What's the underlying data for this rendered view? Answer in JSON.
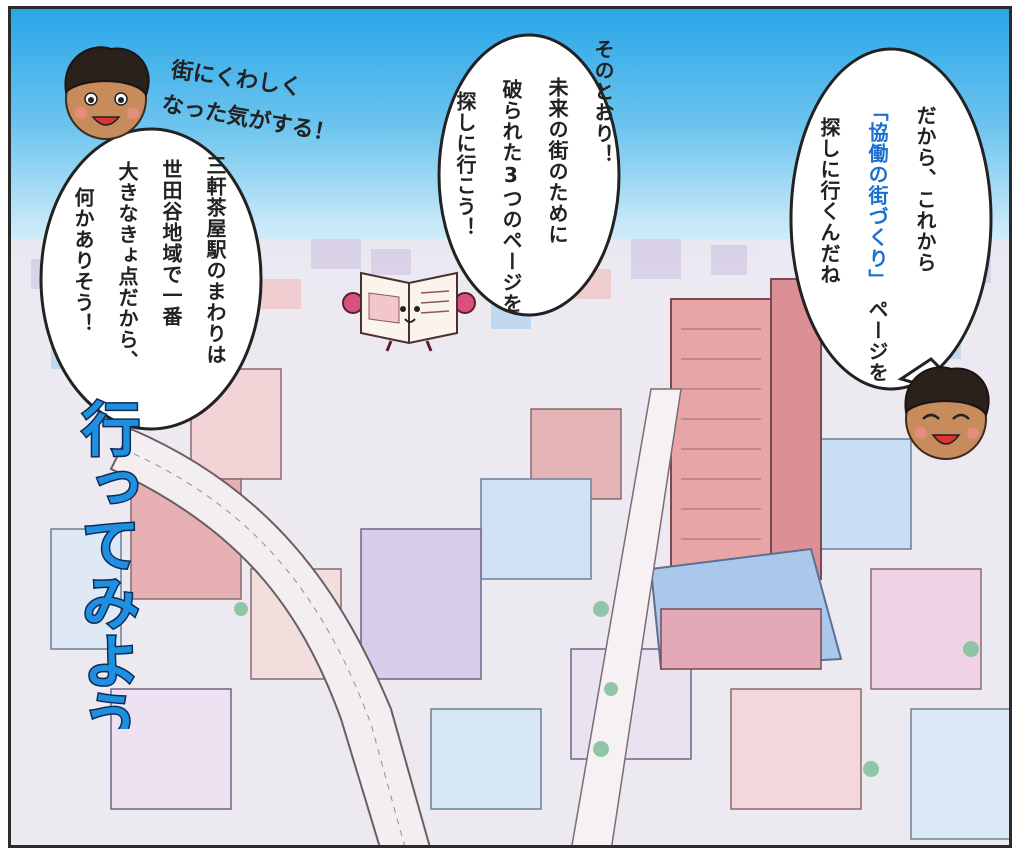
{
  "speech": {
    "right": {
      "line1": "だから、これから",
      "line2": "「協働の街づくり」",
      "line3": "探しに行くんだね",
      "suffix": "ページを"
    },
    "middle": {
      "line0": "そのとおり！",
      "line1": "未来の街のために",
      "line2": "破られた3つのページを",
      "line3": "探しに行こう！"
    },
    "left": {
      "line1": "三軒茶屋駅のまわりは",
      "line2": "世田谷地域で一番",
      "line3": "大きなきょ点だから、",
      "line4": "何かありそう！"
    },
    "thought": {
      "line1": "街にくわしく",
      "line2": "なった気がする！"
    },
    "shout": "行ってみよう！"
  },
  "colors": {
    "sky_top": "#2aa6e8",
    "accent_blue": "#1b6fd0",
    "shout_fill": "#1f8fe0",
    "building_pink": "#e7a5a8",
    "building_blue": "#a9c8ec",
    "building_lilac": "#c9b8e3"
  },
  "icons": {
    "left_character": "boy-face-icon",
    "right_character": "boy-smile-icon",
    "mascot": "book-mascot-icon"
  }
}
